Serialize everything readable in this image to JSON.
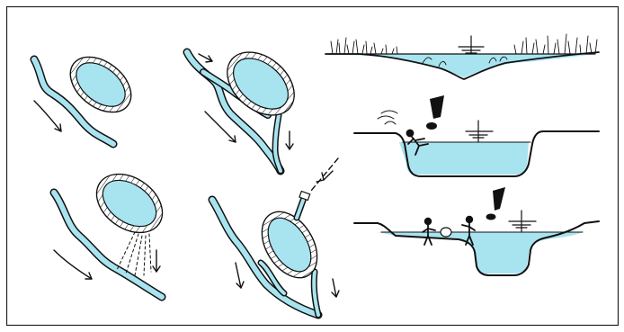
{
  "figure": {
    "description_panels": [
      "pond-beside-river",
      "pond-connected-to-river",
      "pond-overflowing",
      "pond-with-inlet-pipe",
      "shallow-natural-bank",
      "steep-bank-person-falling",
      "shelf-bank-safe-entry"
    ],
    "colors": {
      "water": "#a8e4f0",
      "ink": "#111111",
      "background": "#ffffff"
    },
    "icons": [
      "water-level-symbol",
      "exclamation-mark",
      "flow-arrow"
    ]
  }
}
